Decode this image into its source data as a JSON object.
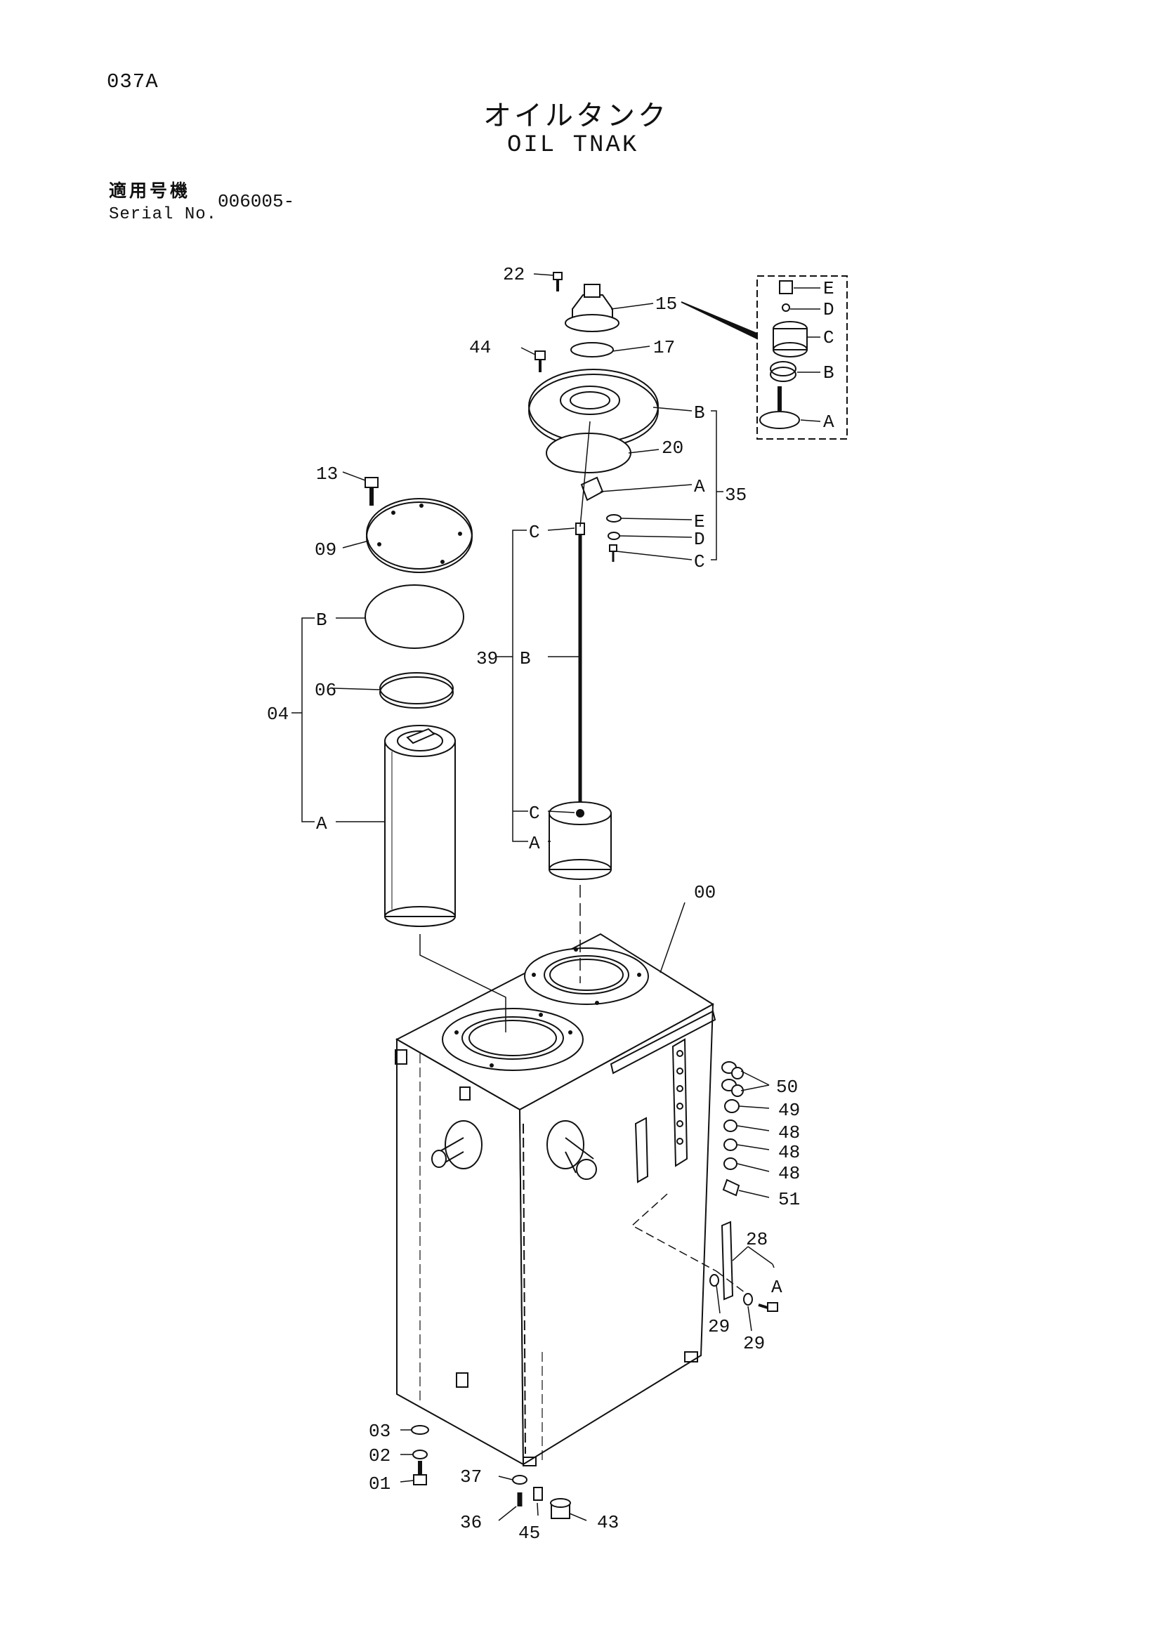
{
  "header": {
    "page_code": "037A",
    "title_jp": "オイルタンク",
    "title_en": "OIL TNAK",
    "serial_label_jp": "適用号機",
    "serial_label_en": "Serial No.",
    "serial_number": "006005-"
  },
  "callouts": {
    "p22": "22",
    "p15": "15",
    "p17": "17",
    "p44": "44",
    "p20": "20",
    "p35": "35",
    "p13": "13",
    "p09": "09",
    "p06": "06",
    "p04": "04",
    "p39": "39",
    "p00": "00",
    "p50": "50",
    "p49": "49",
    "p48a": "48",
    "p48b": "48",
    "p48c": "48",
    "p51": "51",
    "p28": "28",
    "p29a": "29",
    "p29b": "29",
    "p03": "03",
    "p02": "02",
    "p01": "01",
    "p37": "37",
    "p36": "36",
    "p45": "45",
    "p43": "43"
  },
  "sub_labels": {
    "s35_B": "B",
    "s35_A": "A",
    "s35_E": "E",
    "s35_D": "D",
    "s35_C": "C",
    "s39_C_top": "C",
    "s39_B": "B",
    "s39_C_bot": "C",
    "s39_A": "A",
    "s04_B": "B",
    "s04_A": "A",
    "s15_E": "E",
    "s15_D": "D",
    "s15_C": "C",
    "s15_B": "B",
    "s15_A": "A",
    "s28_A": "A"
  }
}
